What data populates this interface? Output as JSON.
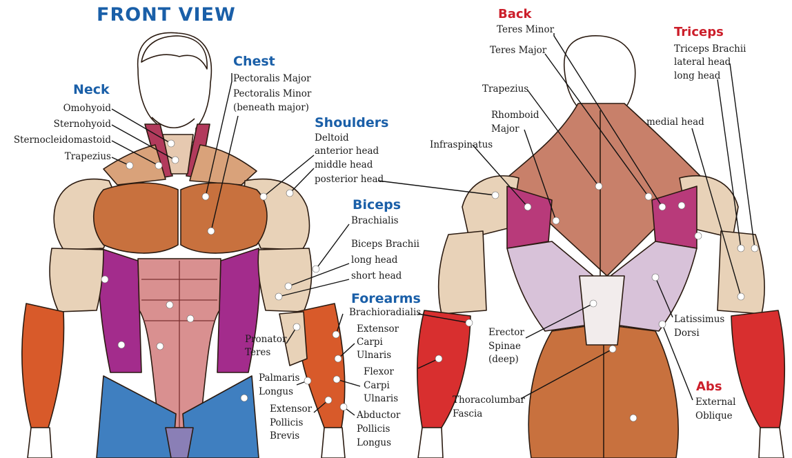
{
  "title": "FRONT VIEW",
  "colors": {
    "header_blue": "#1a5fa8",
    "header_red": "#cc1e2a",
    "muscle_orange": "#c8713e",
    "muscle_pink": "#d99090",
    "muscle_purple": "#a32c8c",
    "muscle_tan": "#e8d2b8",
    "muscle_blue": "#3f7fc0",
    "muscle_lavender": "#d8c2d9",
    "muscle_red": "#d82f2f"
  },
  "front": {
    "neck": {
      "header": "Neck",
      "items": [
        "Omohyoid",
        "Sternohyoid",
        "Sternocleidomastoid",
        "Trapezius"
      ]
    },
    "chest": {
      "header": "Chest",
      "items": [
        "Pectoralis Major",
        "Pectoralis Minor",
        "(beneath major)"
      ]
    },
    "shoulders": {
      "header": "Shoulders",
      "items": [
        "Deltoid",
        "anterior head",
        "middle head",
        "posterior head"
      ]
    },
    "biceps": {
      "header": "Biceps",
      "items": [
        "Brachialis",
        "Biceps Brachii",
        "long head",
        "short head"
      ]
    },
    "forearms": {
      "header": "Forearms",
      "brachioradialis": "Brachioradialis",
      "pronator_teres": [
        "Pronator",
        "Teres"
      ],
      "extensor_carpi_ulnaris": [
        "Extensor",
        "Carpi",
        "Ulnaris"
      ],
      "palmaris_longus": [
        "Palmaris",
        "Longus"
      ],
      "flexor_carpi_ulnaris": [
        "Flexor",
        "Carpi",
        "Ulnaris"
      ],
      "extensor_pollicis_brevis": [
        "Extensor",
        "Pollicis",
        "Brevis"
      ],
      "abductor_pollicis_longus": [
        "Abductor",
        "Pollicis",
        "Longus"
      ]
    }
  },
  "back": {
    "back_group": {
      "header": "Back",
      "items": [
        "Teres Minor",
        "Teres Major",
        "Trapezius"
      ]
    },
    "rhomboid": [
      "Rhomboid",
      "Major"
    ],
    "infraspinatus": "Infraspinatus",
    "erector": [
      "Erector",
      "Spinae",
      "(deep)"
    ],
    "thoracolumbar": [
      "Thoracolumbar",
      "Fascia"
    ],
    "latissimus": [
      "Latissimus",
      "Dorsi"
    ],
    "triceps": {
      "header": "Triceps",
      "items": [
        "Triceps Brachii",
        "lateral head",
        "long head",
        "medial head"
      ]
    },
    "abs": {
      "header": "Abs",
      "items": [
        "External",
        "Oblique"
      ]
    }
  }
}
